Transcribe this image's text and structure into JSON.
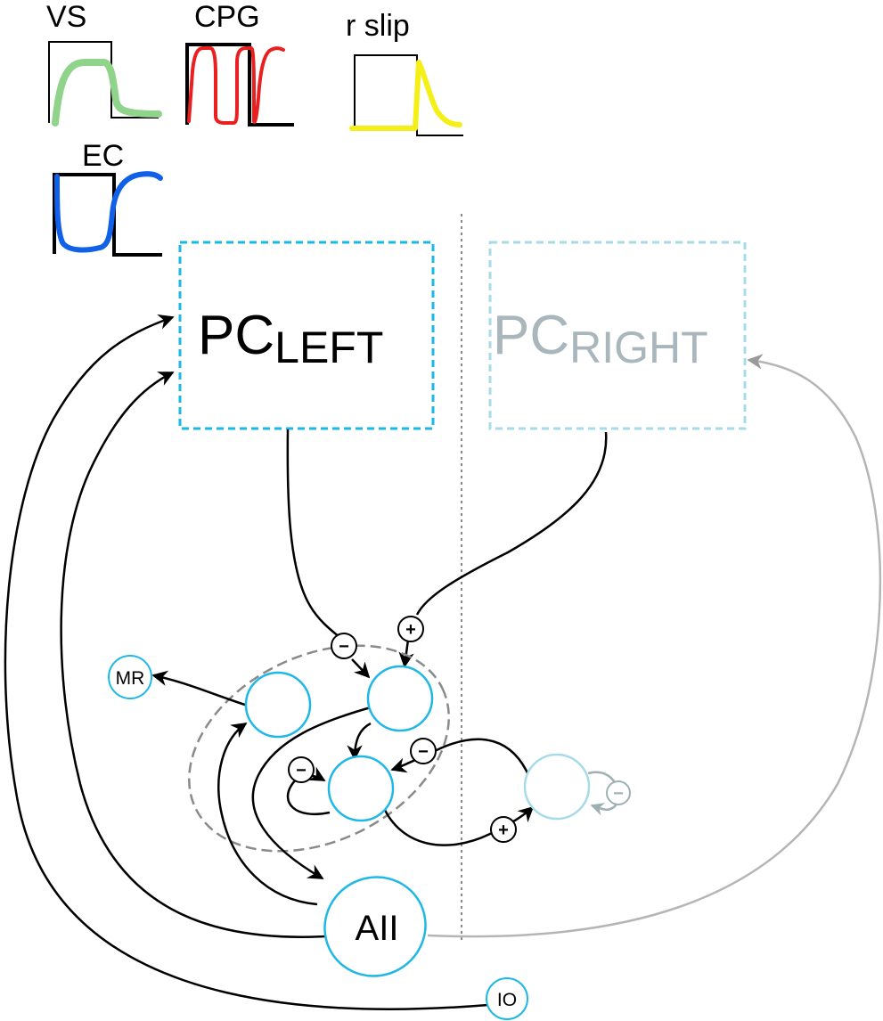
{
  "traces": {
    "vs": "VS",
    "cpg": "CPG",
    "rslip": "r slip",
    "ec": "EC"
  },
  "boxes": {
    "left_main": "PC",
    "left_sub": "LEFT",
    "right_main": "PC",
    "right_sub": "RIGHT"
  },
  "nodes": {
    "mr": "MR",
    "aii": "AII",
    "io": "IO"
  },
  "signs": {
    "minus": "−",
    "plus": "+"
  },
  "colors": {
    "vs": "#8fd48a",
    "cpg": "#e82020",
    "rslip": "#f5ef18",
    "ec": "#1060e8",
    "cell": "#1fb8e6",
    "cell_faded": "#a8dbe8",
    "box_left": "#1ab8e6",
    "box_right": "#a8dbe8",
    "text_faded": "#a9b6bb"
  }
}
